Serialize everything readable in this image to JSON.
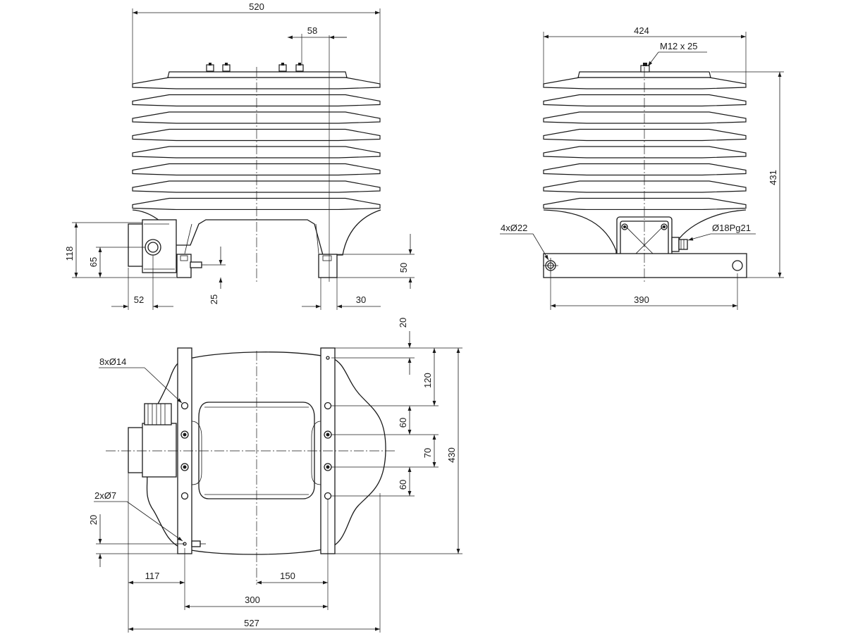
{
  "front_view": {
    "width": "520",
    "terminal_offset": "58",
    "total_height": "118",
    "box_height": "65",
    "box_offset": "52",
    "bolt_height": "25",
    "foot_height": "50",
    "foot_width": "30"
  },
  "side_view": {
    "width": "424",
    "thread": "M12 x 25",
    "height": "431",
    "mount_holes": "4xØ22",
    "gland": "Ø18Pg21",
    "hole_spacing": "390"
  },
  "top_view": {
    "top_offset": "20",
    "mount_holes": "8xØ14",
    "earth_holes": "2xØ7",
    "spacing_120": "120",
    "spacing_60a": "60",
    "spacing_70": "70",
    "spacing_60b": "60",
    "depth": "430",
    "bottom_offset": "20",
    "box_offset": "117",
    "center_offset": "150",
    "rail_spacing": "300",
    "total_width": "527"
  }
}
